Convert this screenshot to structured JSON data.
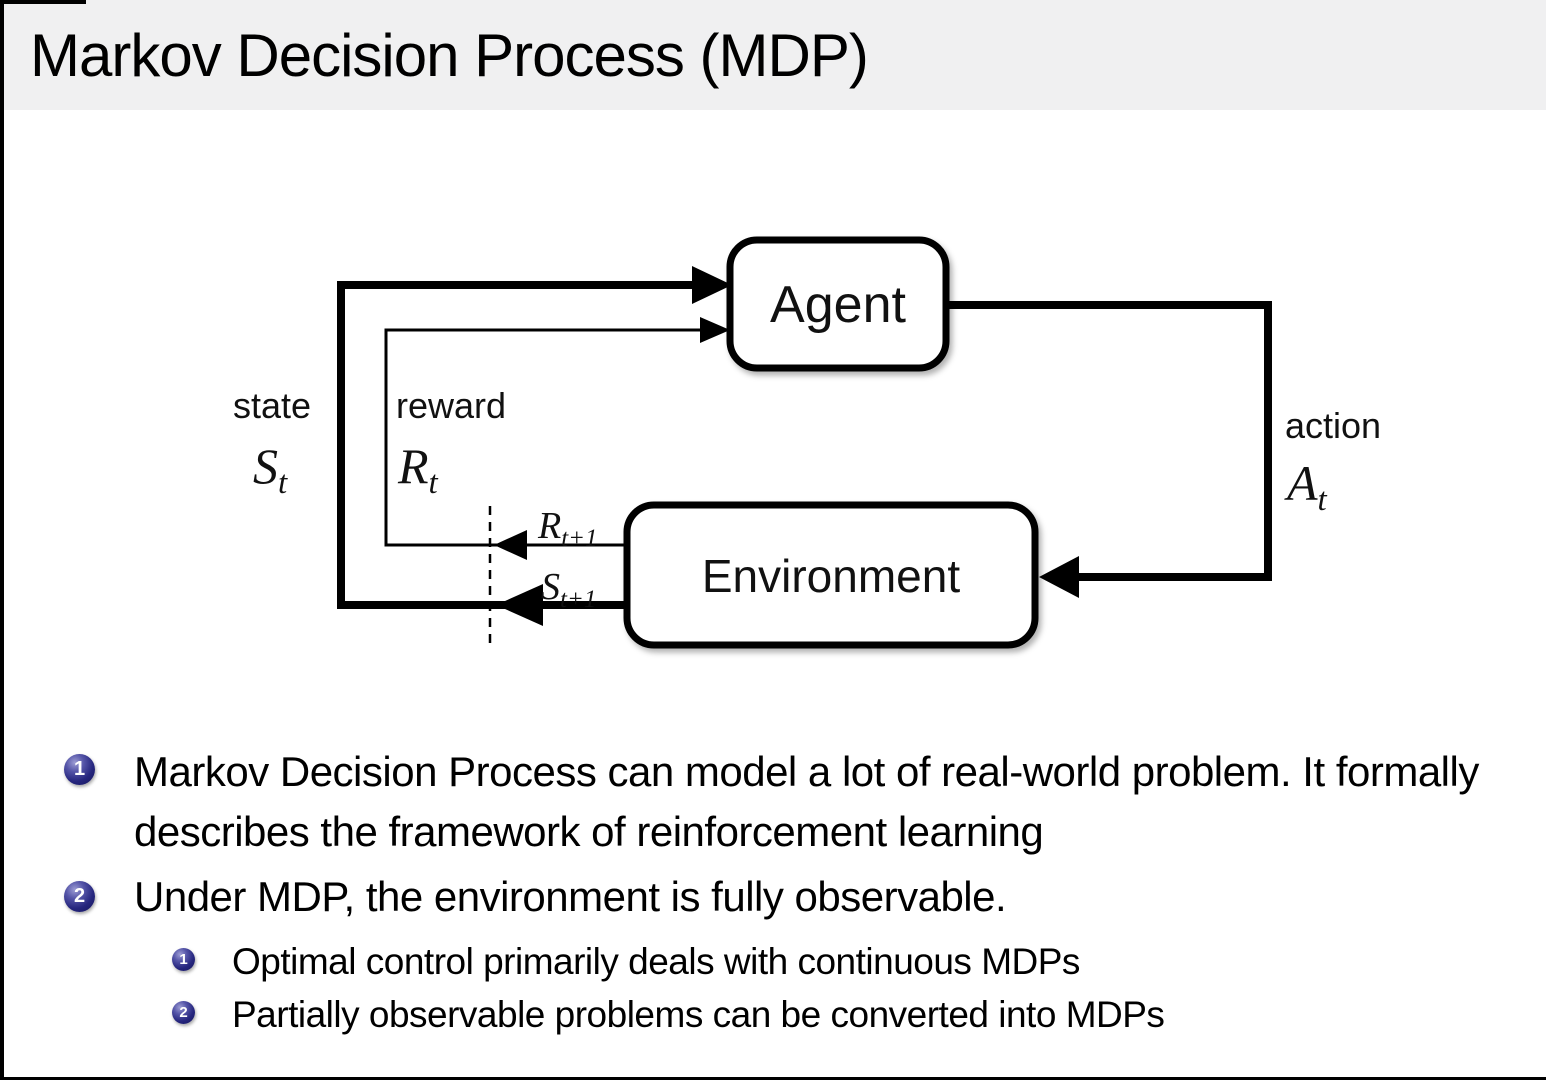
{
  "header": {
    "title": "Markov Decision Process (MDP)"
  },
  "diagram": {
    "agent": "Agent",
    "environment": "Environment",
    "state_label": "state",
    "reward_label": "reward",
    "action_label": "action",
    "state_symbol": {
      "main": "S",
      "sub": "t"
    },
    "reward_symbol": {
      "main": "R",
      "sub": "t"
    },
    "action_symbol": {
      "main": "A",
      "sub": "t"
    },
    "next_reward_symbol": {
      "main": "R",
      "sub": "t+1"
    },
    "next_state_symbol": {
      "main": "S",
      "sub": "t+1"
    }
  },
  "bullets": [
    {
      "number": "1",
      "text": "Markov Decision Process can model a lot of real-world problem. It formally describes the framework of reinforcement learning"
    },
    {
      "number": "2",
      "text": "Under MDP, the environment is fully observable."
    }
  ],
  "sub_bullets": [
    {
      "number": "1",
      "text": "Optimal control primarily deals with continuous MDPs"
    },
    {
      "number": "2",
      "text": "Partially observable problems can be converted into MDPs"
    }
  ],
  "colors": {
    "header_bg": "#f0f0f1",
    "bullet_ball": "#26267e",
    "diagram_stroke": "#000000",
    "slide_bg": "#ffffff"
  }
}
